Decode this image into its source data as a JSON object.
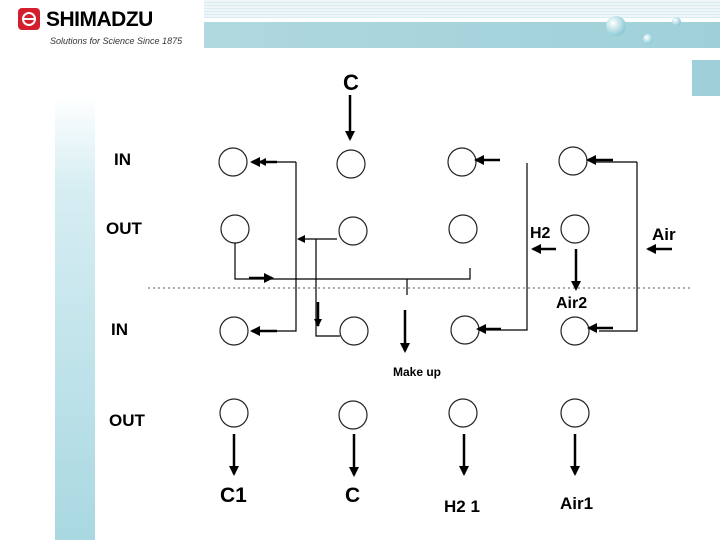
{
  "brand": {
    "name": "SHIMADZU",
    "tagline": "Solutions for Science Since 1875"
  },
  "diagram": {
    "rows": {
      "in_top": "IN",
      "out_top": "OUT",
      "in_bottom": "IN",
      "out_bottom": "OUT"
    },
    "labels": {
      "carrier_in": "C",
      "h2": "H2",
      "air": "Air",
      "air2": "Air2",
      "make_up": "Make up",
      "c1": "C1",
      "c_out": "C",
      "h2_1": "H2 1",
      "air1": "Air1"
    }
  },
  "colors": {
    "accent": "#9fd0d9",
    "logo_red": "#d21f2b",
    "line": "#000000"
  }
}
